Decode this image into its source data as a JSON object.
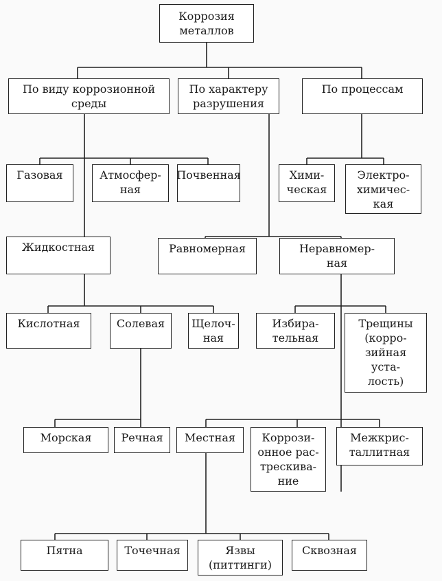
{
  "nodes": {
    "root": "Коррозия\nметаллов",
    "by_medium": "По виду коррозионной\nсреды",
    "by_destruction": "По характеру\nразрушения",
    "by_process": "По процессам",
    "gas": "Газовая",
    "atmospheric": "Атмосфер-\nная",
    "soil": "Почвенная",
    "chemical": "Хими-\nческая",
    "electrochemical": "Электро-\nхимичес-\nкая",
    "liquid": "Жидкостная",
    "uniform": "Равномерная",
    "nonuniform": "Неравномер-\nная",
    "acid": "Кислотная",
    "salt": "Солевая",
    "alkaline": "Щелоч-\nная",
    "selective": "Избира-\nтельная",
    "cracks": "Трещины\n(корро-\nзийная\nуста-\nлость)",
    "sea": "Морская",
    "river": "Речная",
    "local": "Местная",
    "stress_cracking": "Коррози-\nонное рас-\nтрескива-\nние",
    "intercrystalline": "Межкрис-\nталлитная",
    "spots": "Пятна",
    "point": "Точечная",
    "ulcers": "Язвы\n(питтинги)",
    "through": "Сквозная"
  }
}
